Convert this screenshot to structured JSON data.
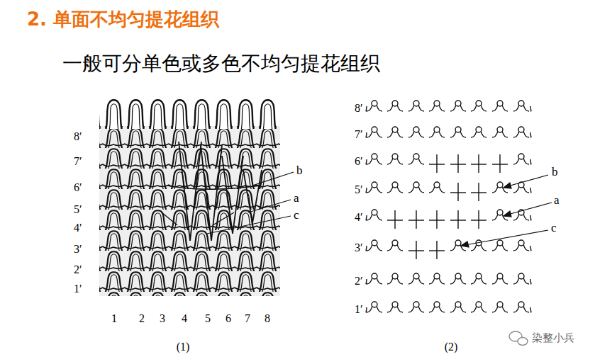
{
  "diagram": {
    "title": "2. 单面不均匀提花组织",
    "labels": [
      "一般可分单色或多色不均匀提花组织",
      "8′",
      "7′",
      "6′",
      "5′",
      "4′",
      "3′",
      "2′",
      "1′",
      "1",
      "2",
      "3",
      "4",
      "5",
      "6",
      "7",
      "8",
      "b",
      "a",
      "c",
      "(1)",
      "8′",
      "7′",
      "6′",
      "5′",
      "4′",
      "3′",
      "2′",
      "1′",
      "b",
      "a",
      "c",
      "(2)",
      "染整小兵"
    ]
  }
}
